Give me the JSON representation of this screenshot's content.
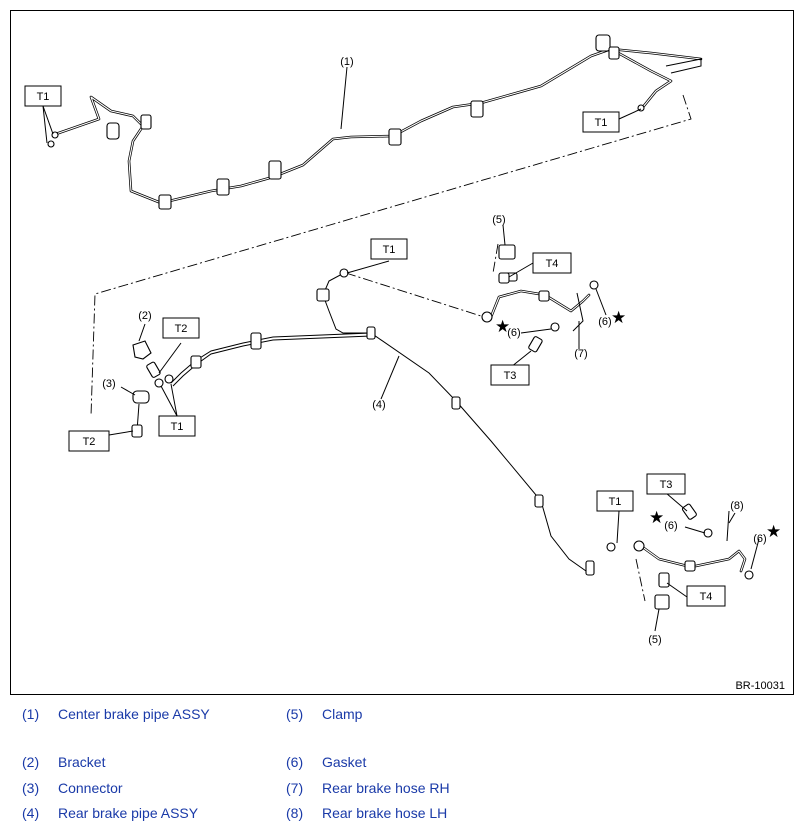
{
  "figure_code": "BR-10031",
  "tightening": {
    "t1": "T1",
    "t2": "T2",
    "t3": "T3",
    "t4": "T4"
  },
  "callouts": {
    "c1": "(1)",
    "c2": "(2)",
    "c3": "(3)",
    "c4": "(4)",
    "c5": "(5)",
    "c6": "(6)",
    "c7": "(7)",
    "c8": "(8)"
  },
  "star_symbol": "★",
  "legend": [
    {
      "num": "(1)",
      "name": "Center brake pipe ASSY"
    },
    {
      "num": "(2)",
      "name": "Bracket"
    },
    {
      "num": "(3)",
      "name": "Connector"
    },
    {
      "num": "(4)",
      "name": "Rear brake pipe ASSY"
    },
    {
      "num": "(5)",
      "name": "Clamp"
    },
    {
      "num": "(6)",
      "name": "Gasket"
    },
    {
      "num": "(7)",
      "name": "Rear brake hose RH"
    },
    {
      "num": "(8)",
      "name": "Rear brake hose LH"
    }
  ]
}
